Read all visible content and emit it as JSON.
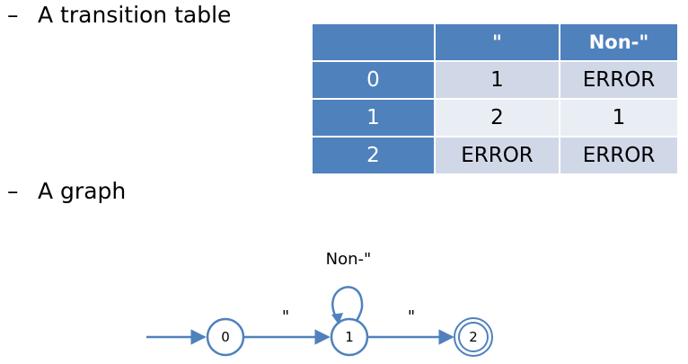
{
  "bullets": [
    {
      "dash": "–",
      "text": "A transition table"
    },
    {
      "dash": "–",
      "text": "A graph"
    }
  ],
  "table": {
    "headers": [
      "",
      "\"",
      "Non-\""
    ],
    "rows": [
      [
        "0",
        "1",
        "ERROR"
      ],
      [
        "1",
        "2",
        "1"
      ],
      [
        "2",
        "ERROR",
        "ERROR"
      ]
    ]
  },
  "graph": {
    "states": [
      "0",
      "1",
      "2"
    ],
    "accepting_state": "2",
    "edge_labels": {
      "s0_to_s1": "\"",
      "s1_to_s2": "\"",
      "s1_loop": "Non-\""
    }
  },
  "colors": {
    "table_header": "#4f81bd",
    "row_odd": "#d0d8e8",
    "row_even": "#e9edf4",
    "graph_stroke": "#4f81bd"
  }
}
